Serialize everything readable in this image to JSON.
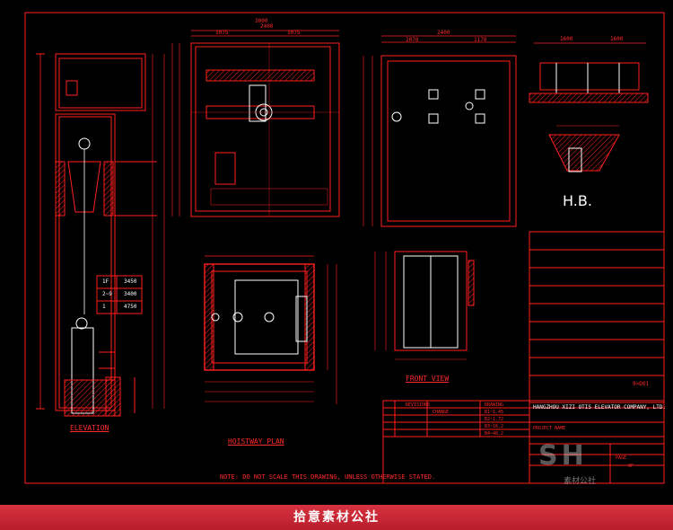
{
  "colors": {
    "background": "#000000",
    "linework": "#ff2020",
    "detail": "#ffffff",
    "footer": "#c8212f"
  },
  "labels": {
    "elevation": "ELEVATION",
    "hoistway_plan": "HOISTWAY  PLAN",
    "front_view": "FRONT  VIEW",
    "hb": "H.B.",
    "note": "NOTE: DO NOT SCALE THIS DRAWING, UNLESS OTHERWISE STATED.",
    "company": "HANGZHOU XIZI OTIS ELEVATOR COMPANY, LTD.",
    "project_name": "PROJECT NAME",
    "revisions": "REVISIONS",
    "change": "CHANGE",
    "drawing": "DRAWING",
    "page": "PAGE",
    "of": "OF",
    "logo_letters": "SH",
    "logo_caption": "素材公社",
    "footer": "拾意素材公社"
  },
  "elevation_table": [
    {
      "floor": "1F",
      "height": "3450"
    },
    {
      "floor": "2~9",
      "height": "3400"
    },
    {
      "floor": "1",
      "height": "4750"
    }
  ],
  "drawing_table": [
    "B1~1.45",
    "B2~1.72",
    "B3~16.2",
    "B4~48.2"
  ],
  "top_dims": {
    "plan_a": "3000",
    "plan_b": "2400",
    "plan_c": "1075",
    "plan_d": "1075",
    "mid_a": "2400",
    "mid_b": "2070",
    "mid_c": "1170",
    "hb_a": "1600",
    "hb_b": "1600"
  },
  "dims_misc": {
    "table_code": "9×D01"
  }
}
